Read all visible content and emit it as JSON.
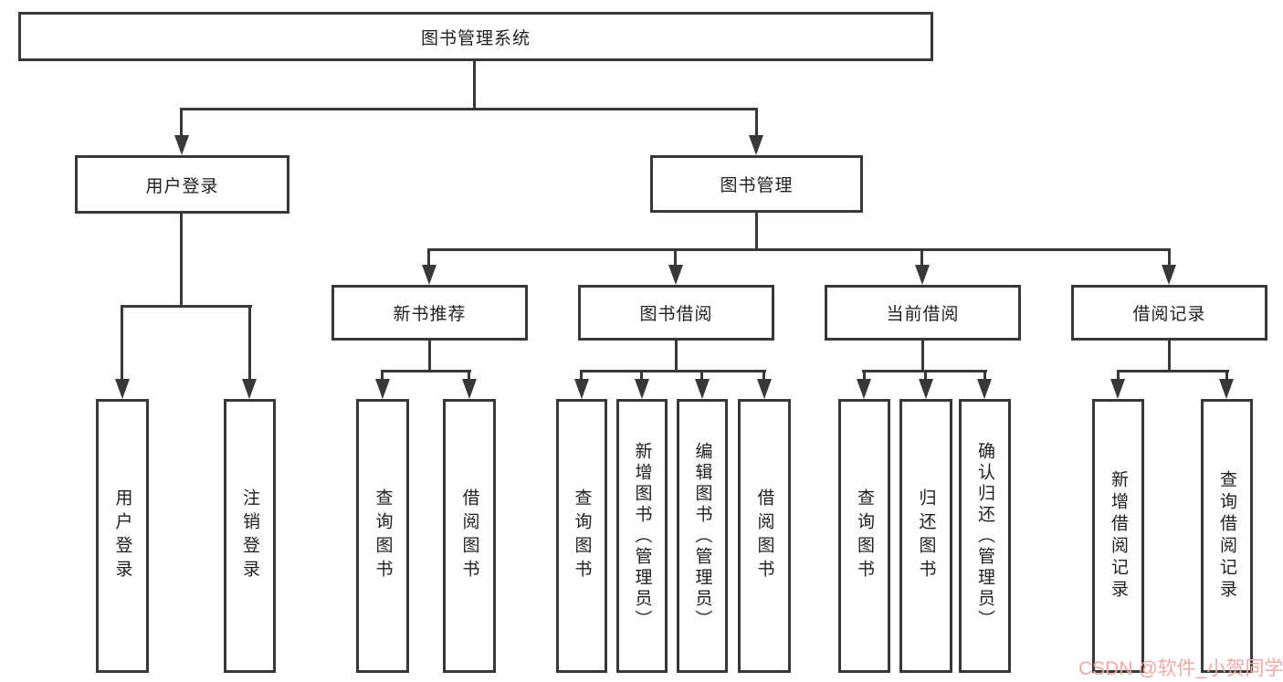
{
  "tree": {
    "root": {
      "label": "图书管理系统",
      "children": [
        {
          "label": "用户登录",
          "children": [
            {
              "label": "用户登录"
            },
            {
              "label": "注销登录"
            }
          ]
        },
        {
          "label": "图书管理",
          "children": [
            {
              "label": "新书推荐",
              "children": [
                {
                  "label": "查询图书"
                },
                {
                  "label": "借阅图书"
                }
              ]
            },
            {
              "label": "图书借阅",
              "children": [
                {
                  "label": "查询图书"
                },
                {
                  "label": "新增图书（管理员）"
                },
                {
                  "label": "编辑图书（管理员）"
                },
                {
                  "label": "借阅图书"
                }
              ]
            },
            {
              "label": "当前借阅",
              "children": [
                {
                  "label": "查询图书"
                },
                {
                  "label": "归还图书"
                },
                {
                  "label": "确认归还（管理员）"
                }
              ]
            },
            {
              "label": "借阅记录",
              "children": [
                {
                  "label": "新增借阅记录"
                },
                {
                  "label": "查询借阅记录"
                }
              ]
            }
          ]
        }
      ]
    }
  },
  "watermark": {
    "text": "CSDN @软件_小贺同学"
  },
  "colors": {
    "line": "#383838",
    "box_border": "#383838",
    "text": "#1f1f1f",
    "background": "#ffffff",
    "watermark": "#f0a9a4"
  }
}
